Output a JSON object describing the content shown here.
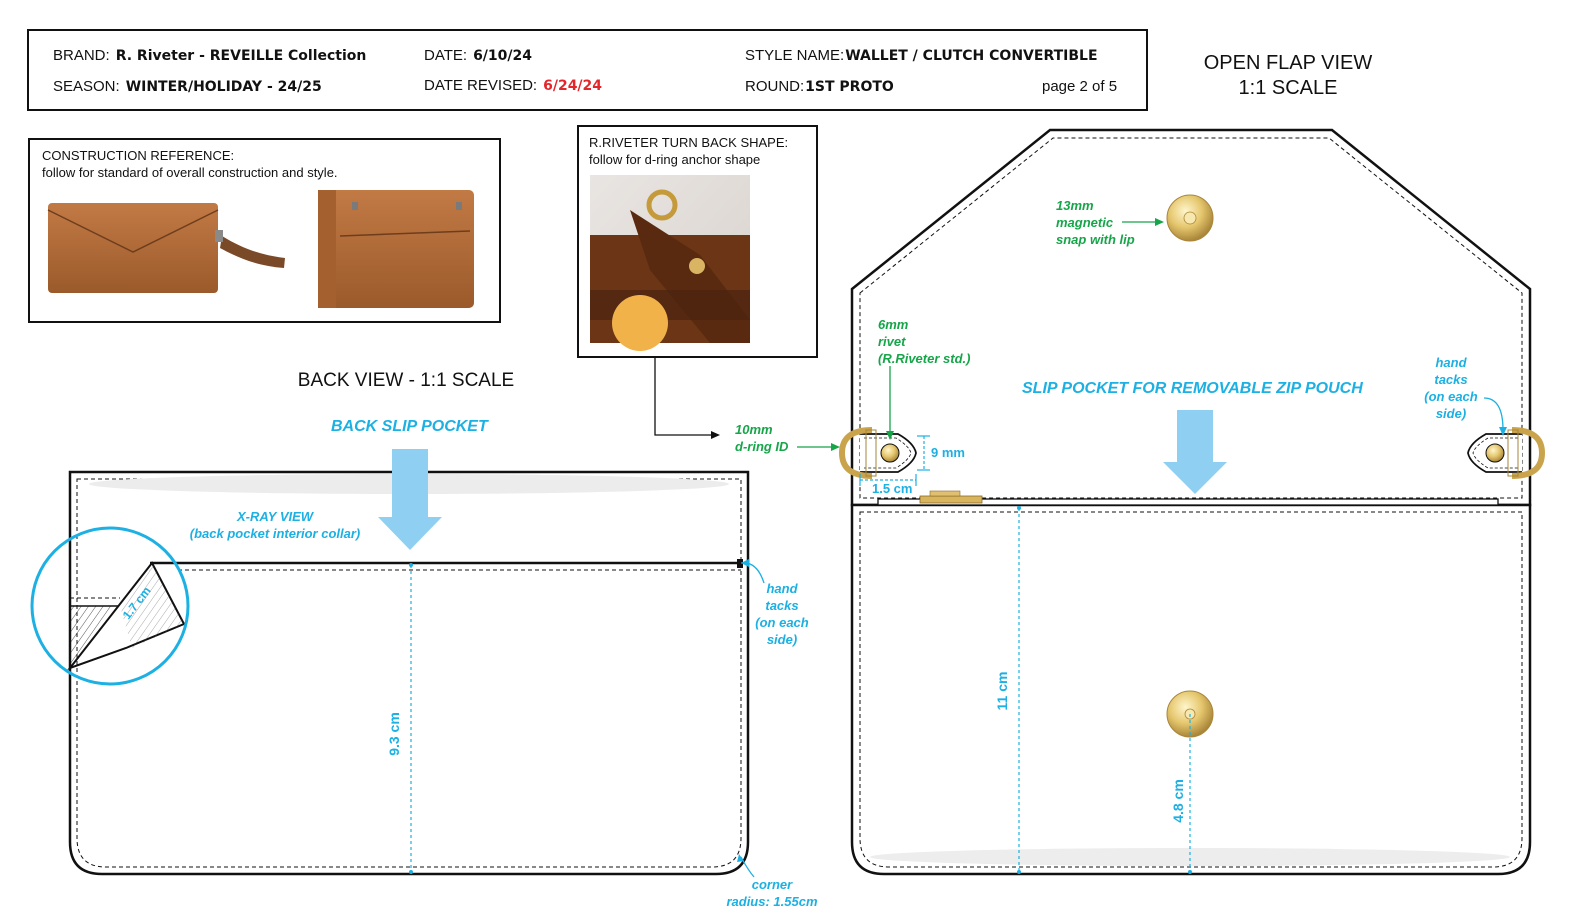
{
  "header": {
    "brand_label": "BRAND:",
    "brand_value": "R. Riveter - REVEILLE Collection",
    "season_label": "SEASON:",
    "season_value": "WINTER/HOLIDAY - 24/25",
    "date_label": "DATE:",
    "date_value": "6/10/24",
    "date_revised_label": "DATE REVISED:",
    "date_revised_value": "6/24/24",
    "style_label": "STYLE NAME:",
    "style_value": "WALLET / CLUTCH CONVERTIBLE",
    "round_label": "ROUND:",
    "round_value": "1ST PROTO",
    "page": "page 2 of 5"
  },
  "open_flap_title": [
    "OPEN FLAP VIEW",
    "1:1 SCALE"
  ],
  "construction_ref": {
    "title": "CONSTRUCTION REFERENCE:",
    "subtitle": "follow for standard of overall construction and style."
  },
  "turn_back_ref": {
    "title": "R.RIVETER TURN BACK SHAPE:",
    "subtitle": "follow for d-ring anchor shape"
  },
  "back_view_title": "BACK VIEW - 1:1 SCALE",
  "back_view": {
    "slip_pocket_label": "BACK SLIP POCKET",
    "xray_line1": "X-RAY VIEW",
    "xray_line2": "(back pocket interior collar)",
    "collar_dim": "1.7 cm",
    "hand_tacks": [
      "hand",
      "tacks",
      "(on each",
      "side)"
    ],
    "pocket_height_dim": "9.3 cm",
    "corner_note": [
      "corner",
      "radius: 1.55cm"
    ]
  },
  "open_flap": {
    "snap_note": [
      "13mm",
      "magnetic",
      "snap with lip"
    ],
    "rivet_note": [
      "6mm",
      "rivet",
      "(R.Riveter std.)"
    ],
    "dring_note": [
      "10mm",
      "d-ring ID"
    ],
    "slip_pocket_label": "SLIP POCKET FOR REMOVABLE ZIP POUCH",
    "hand_tacks": [
      "hand",
      "tacks",
      "(on each",
      "side)"
    ],
    "tab_height_dim": "9 mm",
    "tab_width_dim": "1.5 cm",
    "body_height_dim": "11 cm",
    "snap_height_dim": "4.8 cm"
  },
  "colors": {
    "dimension_blue": "#1cb0e3",
    "arrow_blue": "#8fd0f2",
    "note_green": "#17a54a",
    "revised_red": "#e3262a",
    "leather_tan": "#b36b36",
    "hardware_gold": "#e5c66d"
  }
}
